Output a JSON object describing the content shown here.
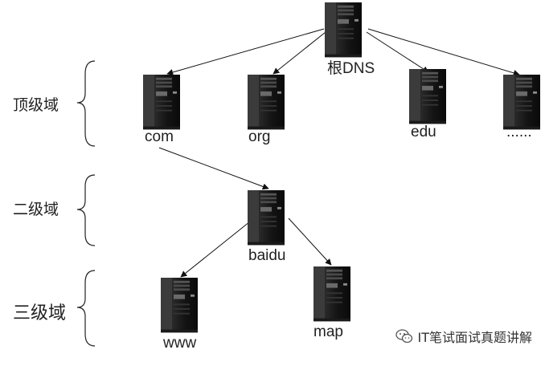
{
  "tiers": {
    "top": "顶级域",
    "second": "二级域",
    "third": "三级域"
  },
  "nodes": {
    "root": "根DNS",
    "com": "com",
    "org": "org",
    "edu": "edu",
    "more": "......",
    "baidu": "baidu",
    "www": "www",
    "map": "map"
  },
  "watermark": "IT笔试面试真题讲解",
  "icons": {
    "server": "server-tower-icon",
    "watermark": "wechat-icon"
  }
}
